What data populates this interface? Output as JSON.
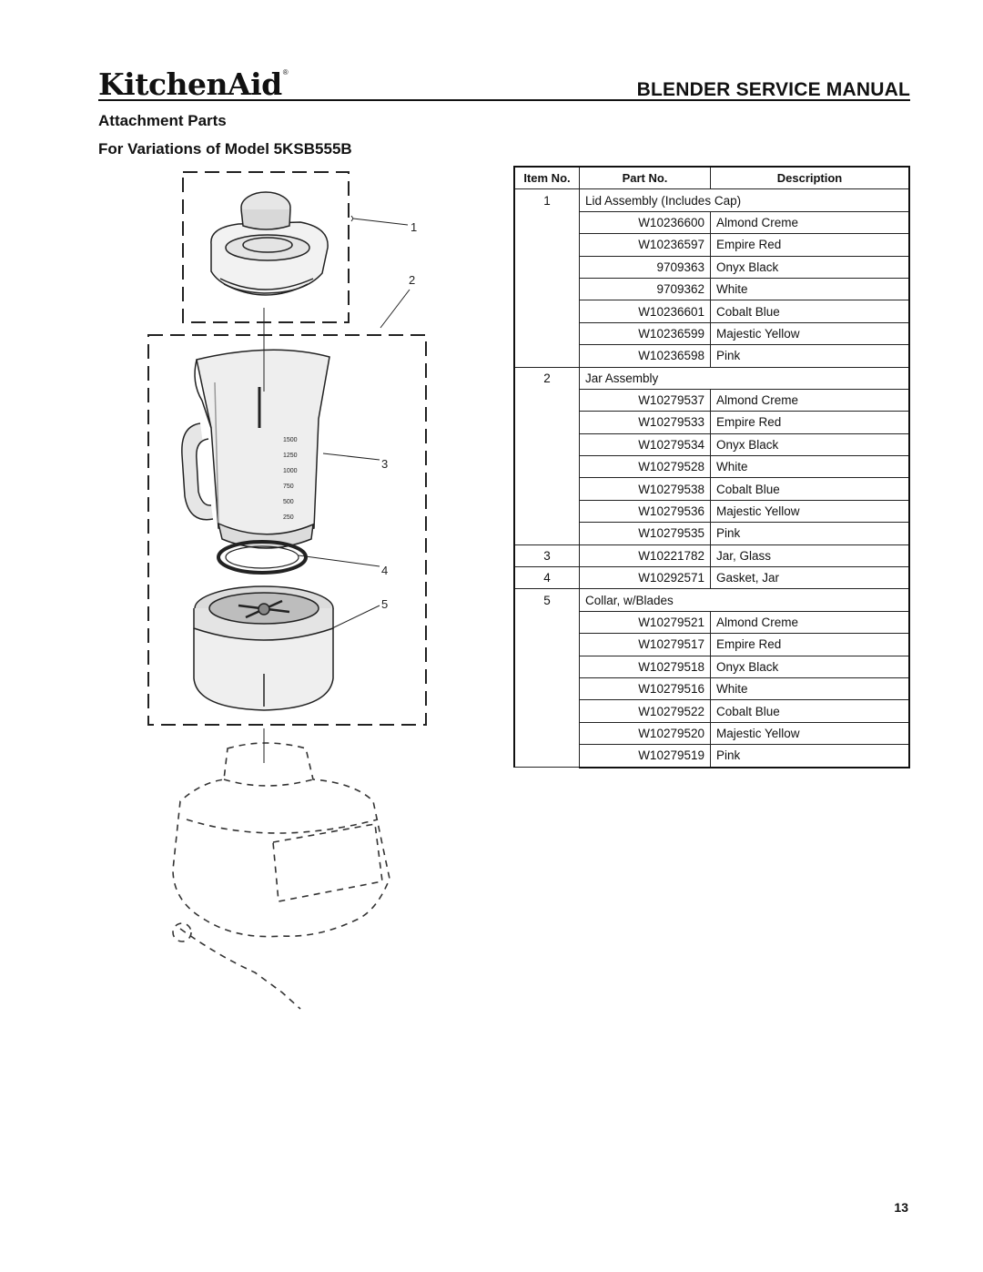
{
  "header": {
    "brand": "KitchenAid",
    "brand_mark": "®",
    "title": "BLENDER SERVICE MANUAL"
  },
  "section_title": "Attachment Parts",
  "model_title": "For Variations of Model 5KSB555B",
  "diagram": {
    "callouts": [
      "1",
      "2",
      "3",
      "4",
      "5"
    ],
    "jar_markings": [
      "1500",
      "1250",
      "1000",
      "750",
      "500",
      "250"
    ]
  },
  "table": {
    "headers": {
      "item": "Item No.",
      "part": "Part No.",
      "desc": "Description"
    },
    "rows": [
      {
        "item": "1",
        "part": "",
        "desc": "Lid Assembly (Includes Cap)",
        "span": true
      },
      {
        "item": "",
        "part": "W10236600",
        "desc": "Almond Creme"
      },
      {
        "item": "",
        "part": "W10236597",
        "desc": "Empire Red"
      },
      {
        "item": "",
        "part": "9709363",
        "desc": "Onyx Black"
      },
      {
        "item": "",
        "part": "9709362",
        "desc": "White"
      },
      {
        "item": "",
        "part": "W10236601",
        "desc": "Cobalt Blue"
      },
      {
        "item": "",
        "part": "W10236599",
        "desc": "Majestic Yellow"
      },
      {
        "item": "",
        "part": "W10236598",
        "desc": "Pink"
      },
      {
        "item": "2",
        "part": "",
        "desc": "Jar Assembly",
        "span": true
      },
      {
        "item": "",
        "part": "W10279537",
        "desc": "Almond Creme"
      },
      {
        "item": "",
        "part": "W10279533",
        "desc": "Empire Red"
      },
      {
        "item": "",
        "part": "W10279534",
        "desc": "Onyx Black"
      },
      {
        "item": "",
        "part": "W10279528",
        "desc": "White"
      },
      {
        "item": "",
        "part": "W10279538",
        "desc": "Cobalt Blue"
      },
      {
        "item": "",
        "part": "W10279536",
        "desc": "Majestic Yellow"
      },
      {
        "item": "",
        "part": "W10279535",
        "desc": "Pink"
      },
      {
        "item": "3",
        "part": "W10221782",
        "desc": "Jar, Glass"
      },
      {
        "item": "4",
        "part": "W10292571",
        "desc": "Gasket, Jar"
      },
      {
        "item": "5",
        "part": "",
        "desc": "Collar, w/Blades",
        "span": true
      },
      {
        "item": "",
        "part": "W10279521",
        "desc": "Almond Creme"
      },
      {
        "item": "",
        "part": "W10279517",
        "desc": "Empire Red"
      },
      {
        "item": "",
        "part": "W10279518",
        "desc": "Onyx Black"
      },
      {
        "item": "",
        "part": "W10279516",
        "desc": "White"
      },
      {
        "item": "",
        "part": "W10279522",
        "desc": "Cobalt Blue"
      },
      {
        "item": "",
        "part": "W10279520",
        "desc": "Majestic Yellow"
      },
      {
        "item": "",
        "part": "W10279519",
        "desc": "Pink"
      }
    ]
  },
  "page_number": "13"
}
